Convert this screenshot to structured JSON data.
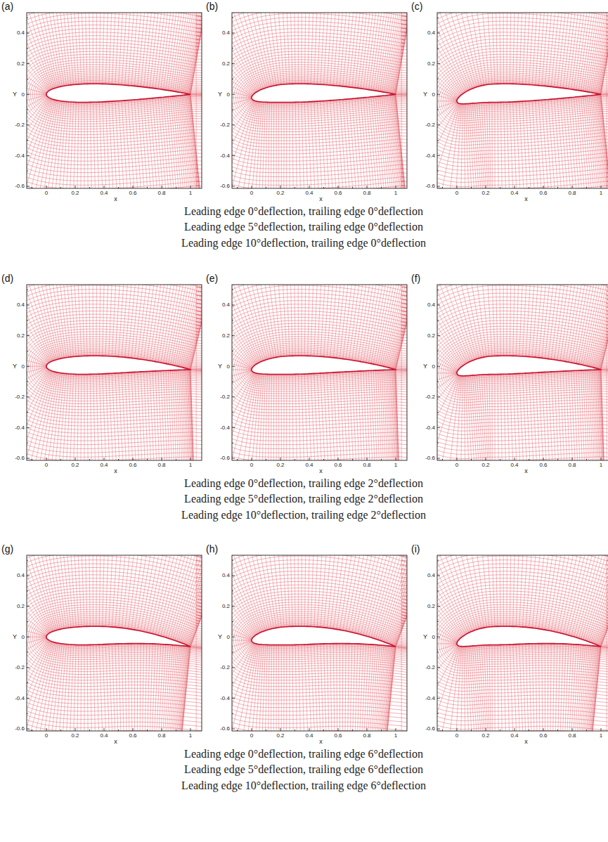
{
  "diagram": {
    "labels": [
      "(a)",
      "0.4",
      "0.2",
      "0",
      "-0.2",
      "-0.4",
      "-0.6",
      "Y",
      "0",
      "0.2",
      "0.4",
      "0.6",
      "0.8",
      "1",
      "x",
      "(b)",
      "0.4",
      "0.2",
      "0",
      "-0.2",
      "-0.4",
      "-0.6",
      "Y",
      "0",
      "0.2",
      "0.4",
      "0.6",
      "0.8",
      "1",
      "x",
      "(c)",
      "0.4",
      "0.2",
      "0",
      "-0.2",
      "-0.4",
      "-0.6",
      "Y",
      "0",
      "0.2",
      "0.4",
      "0.6",
      "0.8",
      "1",
      "x",
      "Leading edge 0°deflection, trailing edge 0°deflection",
      "Leading edge 5°deflection, trailing edge 0°deflection",
      "Leading edge 10°deflection, trailing edge 0°deflection",
      "(d)",
      "0.4",
      "0.2",
      "0",
      "-0.2",
      "-0.4",
      "-0.6",
      "Y",
      "0",
      "0.2",
      "0.4",
      "0.6",
      "0.8",
      "1",
      "x",
      "(e)",
      "0.4",
      "0.2",
      "0",
      "-0.2",
      "-0.4",
      "-0.6",
      "Y",
      "0",
      "0.2",
      "0.4",
      "0.6",
      "0.8",
      "1",
      "x",
      "(f)",
      "0.4",
      "0.2",
      "0",
      "-0.2",
      "-0.4",
      "-0.6",
      "Y",
      "0",
      "0.2",
      "0.4",
      "0.6",
      "0.8",
      "1",
      "x",
      "Leading edge 0°deflection, trailing edge 2°deflection",
      "Leading edge 5°deflection, trailing edge 2°deflection",
      "Leading edge 10°deflection, trailing edge 2°deflection",
      "(g)",
      "0.4",
      "0.2",
      "0",
      "-0.2",
      "-0.4",
      "-0.6",
      "Y",
      "0",
      "0.2",
      "0.4",
      "0.6",
      "0.8",
      "1",
      "x",
      "(h)",
      "0.4",
      "0.2",
      "0",
      "-0.2",
      "-0.4",
      "-0.6",
      "Y",
      "0",
      "0.2",
      "0.4",
      "0.6",
      "0.8",
      "1",
      "x",
      "(i)",
      "0.4",
      "0.2",
      "0",
      "-0.2",
      "-0.4",
      "-0.6",
      "Y",
      "0",
      "0.2",
      "0.4",
      "0.6",
      "0.8",
      "1",
      "x",
      "Leading edge 0°deflection, trailing edge 6°deflection",
      "Leading edge 5°deflection, trailing edge 6°deflection",
      "Leading edge 10°deflection, trailing edge 6°deflection"
    ]
  }
}
